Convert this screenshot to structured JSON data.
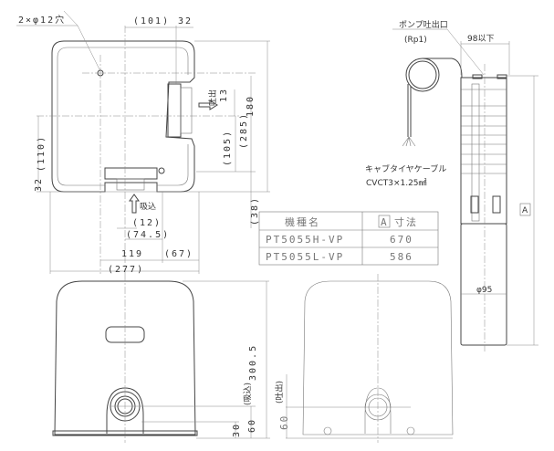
{
  "top_view": {
    "hole_note": "2×φ12穴",
    "dims": {
      "d101": "(101)",
      "d32_top": "32",
      "d13": "13",
      "d180": "180",
      "d285": "(285)",
      "d105": "(105)",
      "d110": "(110)",
      "d32_left": "32",
      "d38": "(38)",
      "d12": "(12)",
      "d74_5": "(74.5)",
      "d119": "119",
      "d67": "(67)",
      "d277": "(277)"
    },
    "outlet_label": "吐出",
    "inlet_label": "吸込"
  },
  "spec_table": {
    "headers": [
      "機種名",
      "A",
      "寸法"
    ],
    "rows": [
      {
        "model": "PT5055H-VP",
        "a": "670"
      },
      {
        "model": "PT5055L-VP",
        "a": "586"
      }
    ]
  },
  "side_view": {
    "outlet_note": "ポンプ吐出口",
    "outlet_thread": "(Rp1)",
    "width_note": "98以下",
    "cable_note": "キャブタイヤケーブル",
    "cable_spec": "CVCT3×1.25㎟",
    "diameter": "φ95",
    "dim_a": "A"
  },
  "front_view": {
    "height": "300.5",
    "inlet_height": "60",
    "inlet_label": "(吸込)",
    "base_height": "30"
  },
  "rear_view": {
    "outlet_height": "60",
    "outlet_label": "(吐出)"
  }
}
